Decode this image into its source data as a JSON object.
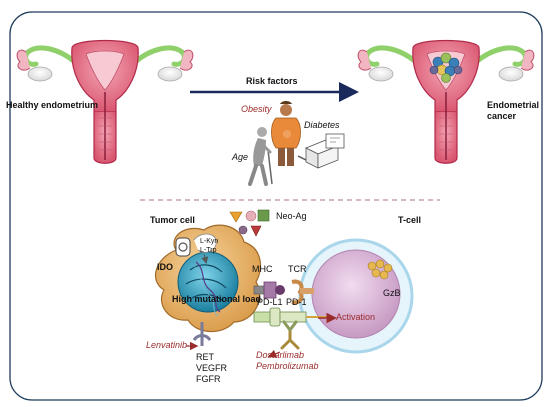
{
  "labels": {
    "healthy": "Healthy endometrium",
    "risk_factors": "Risk factors",
    "obesity": "Obesity",
    "diabetes": "Diabetes",
    "age": "Age",
    "endometrial_cancer": "Endometrial cancer",
    "tumor_cell": "Tumor cell",
    "t_cell": "T-cell",
    "neo_ag": "Neo-Ag",
    "ido": "IDO",
    "l_kyn": "L-Kyn",
    "l_trp": "L-Trp",
    "mhc": "MHC",
    "tcr": "TCR",
    "high_mutational_load": "High mutational load",
    "pd_l1": "PD-L1",
    "pd_1": "PD-1",
    "activation": "Activation",
    "gzb": "GzB",
    "lenvatinib": "Lenvatinib",
    "dostarlimab": "Dostarlimab",
    "pembrolizumab": "Pembrolizumab",
    "receptors": [
      "RET",
      "VEGFR",
      "FGFR"
    ]
  },
  "colors": {
    "uterus": "#e36f87",
    "uterus_dark": "#b02a4a",
    "tube": "#8fd06a",
    "tumor_cell": "#e8b56a",
    "nucleus": "#2a9fc1",
    "t_cell": "#d9b8d8",
    "t_cell_ring": "#a9d6ea",
    "arrow": "#1a2a5a",
    "drug_text": "#9b2c2c"
  }
}
